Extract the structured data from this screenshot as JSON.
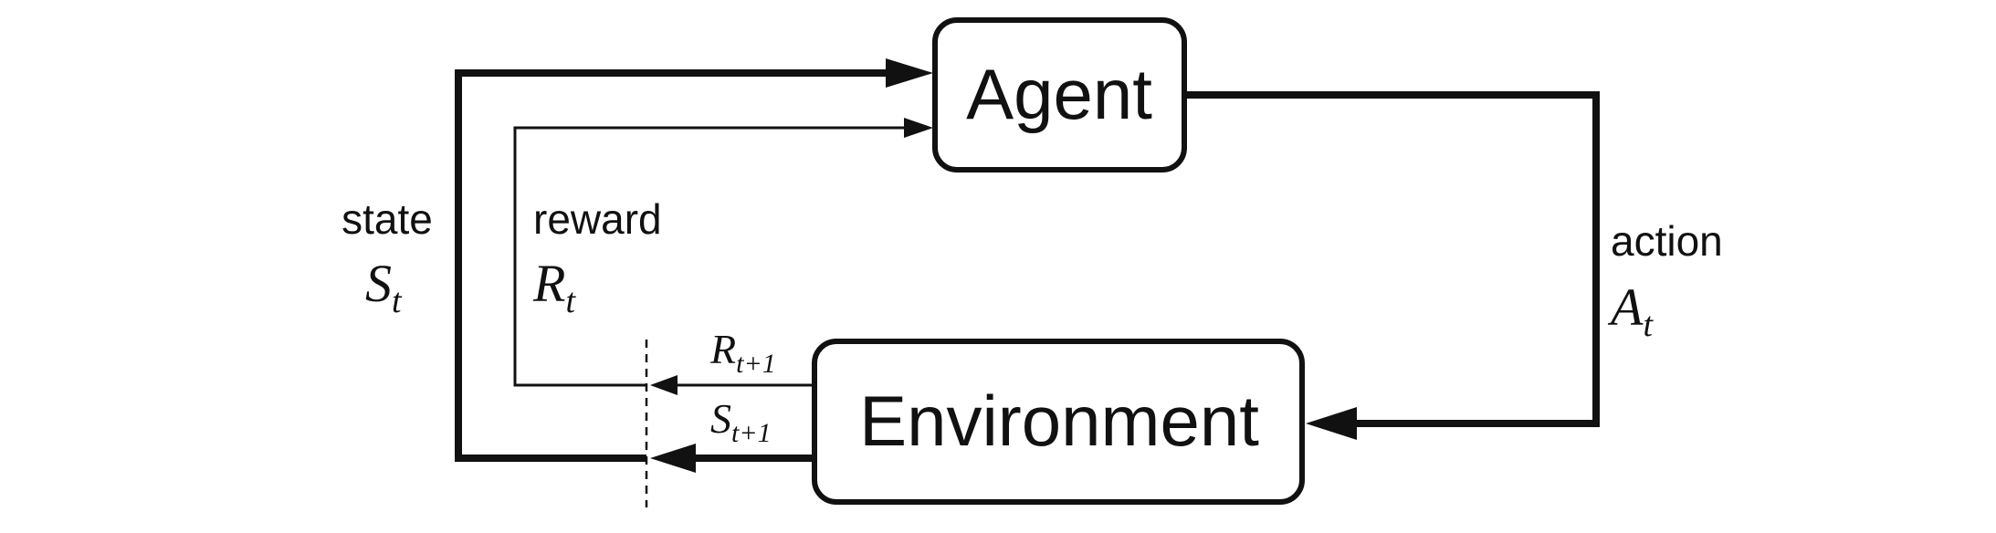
{
  "nodes": {
    "agent": "Agent",
    "environment": "Environment"
  },
  "labels": {
    "state_word": "state",
    "state_symbol": "S",
    "state_subscript": "t",
    "reward_word": "reward",
    "reward_symbol": "R",
    "reward_subscript": "t",
    "action_word": "action",
    "action_symbol": "A",
    "action_subscript": "t",
    "next_reward_symbol": "R",
    "next_reward_subscript": "t+1",
    "next_state_symbol": "S",
    "next_state_subscript": "t+1"
  },
  "colors": {
    "stroke": "#111111",
    "background": "#ffffff"
  }
}
